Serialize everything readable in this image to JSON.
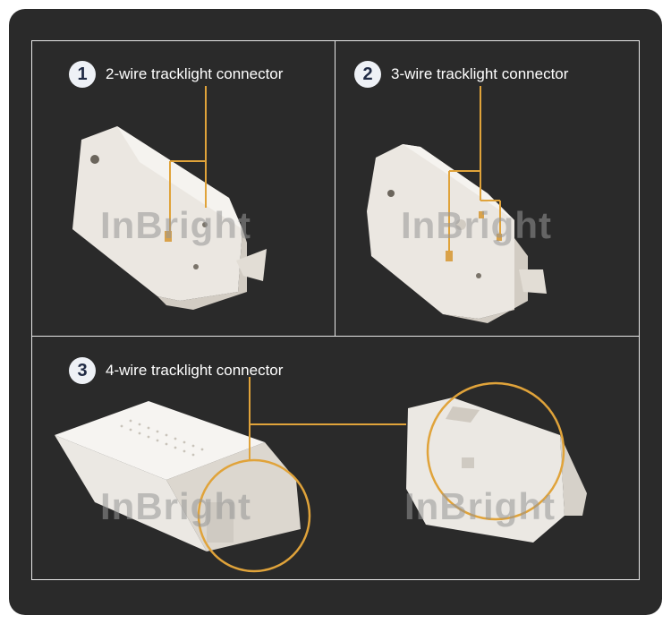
{
  "panels": [
    {
      "number": "1",
      "label": "2-wire tracklight connector"
    },
    {
      "number": "2",
      "label": "3-wire tracklight connector"
    },
    {
      "number": "3",
      "label": "4-wire tracklight connector"
    }
  ],
  "watermark": "InBright",
  "colors": {
    "background": "#2a2a2a",
    "accent": "#e0a33a",
    "badge": "#eef1f6",
    "product": "#ece9e4"
  }
}
